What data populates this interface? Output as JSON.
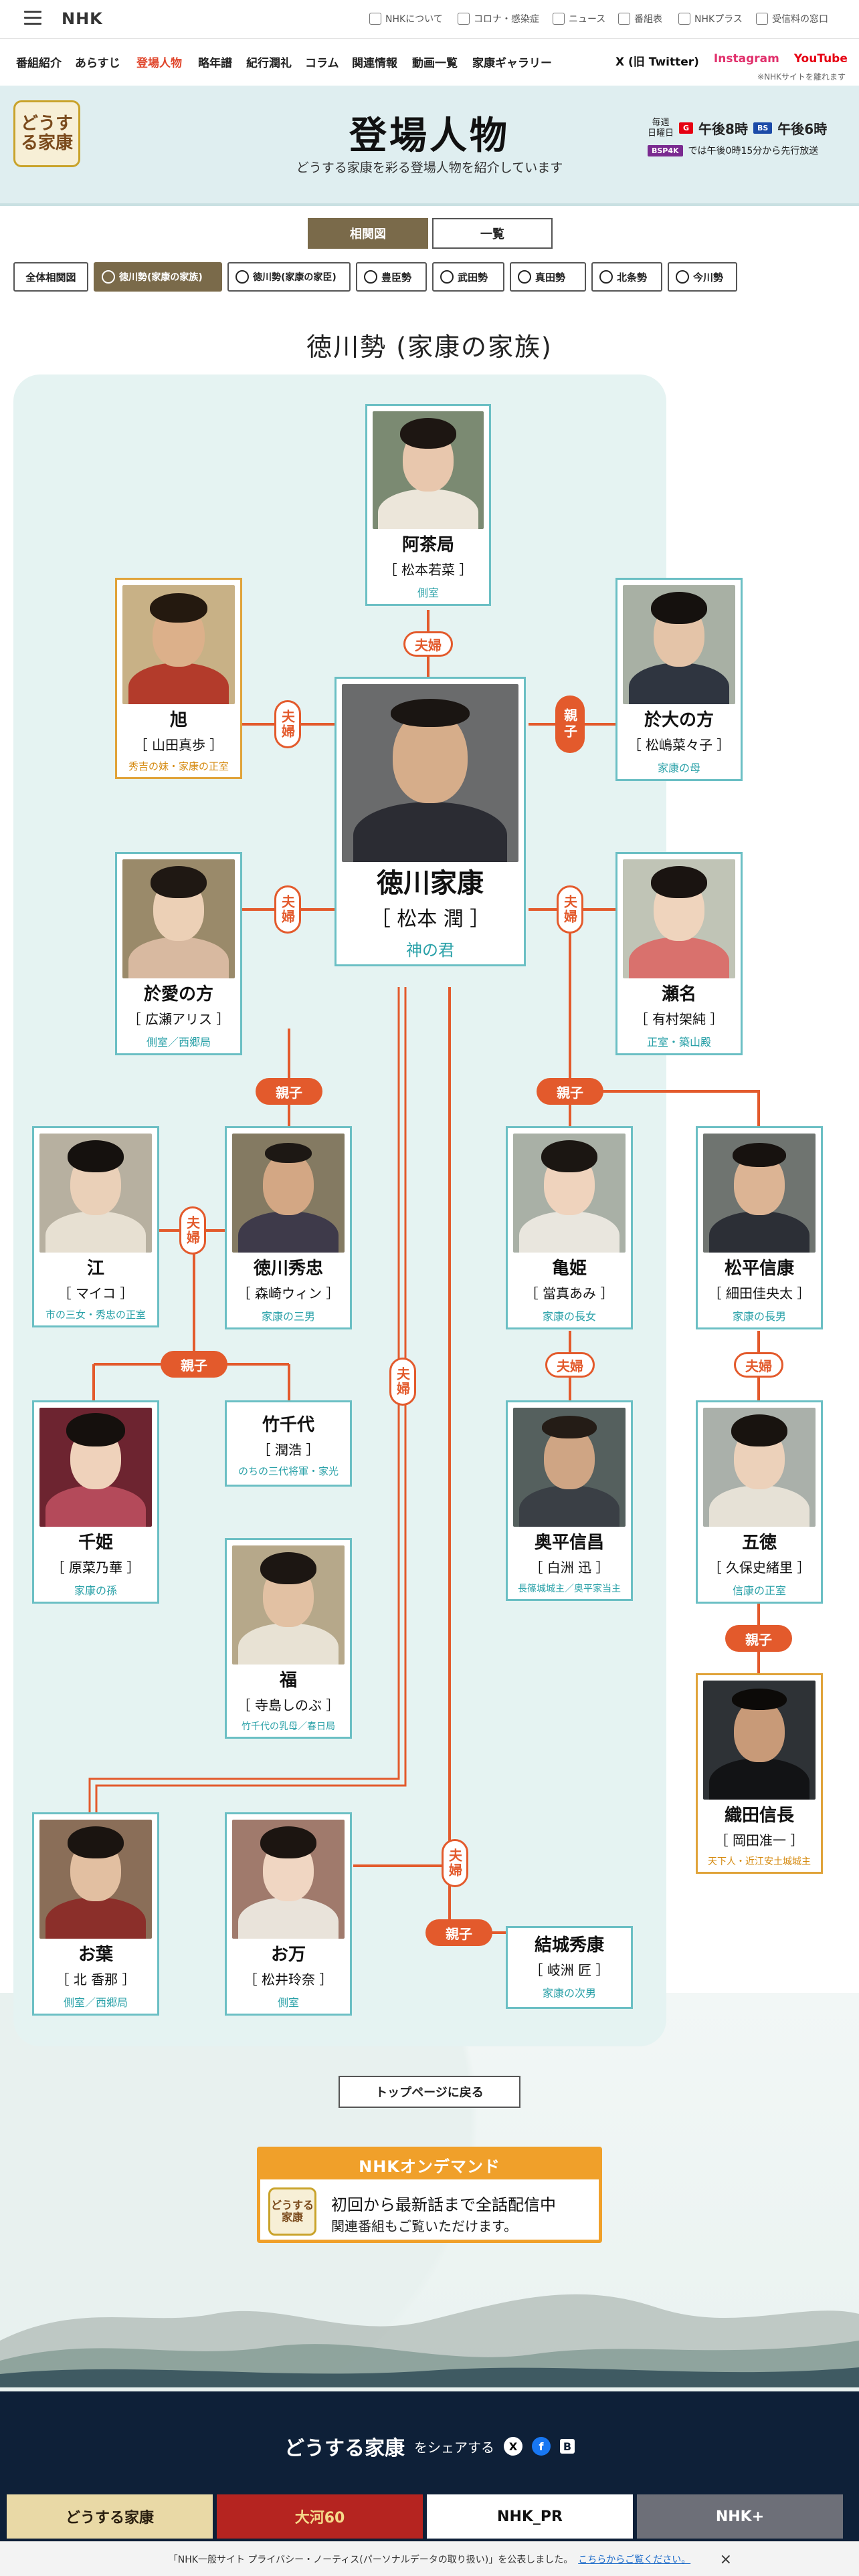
{
  "topbar": {
    "logo": "NHK",
    "links": [
      "NHKについて",
      "コロナ・感染症",
      "ニュース",
      "番組表",
      "NHKプラス",
      "受信料の窓口"
    ]
  },
  "nav": {
    "items": [
      "番組紹介",
      "あらすじ",
      "登場人物",
      "略年譜",
      "紀行潤礼",
      "コラム",
      "関連情報",
      "動画一覧",
      "家康ギャラリー"
    ],
    "active_index": 2,
    "social": [
      "X (旧 Twitter)",
      "Instagram",
      "YouTube"
    ],
    "note": "※NHKサイトを離れます"
  },
  "header": {
    "logo_text": "どうする家康",
    "title": "登場人物",
    "subtitle": "どうする家康を彩る登場人物を紹介しています",
    "broadcast_label1": "毎週",
    "broadcast_day": "日曜日",
    "g_time": "午後8時",
    "bs_time": "午後6時",
    "bsp_note": "では午後0時15分から先行放送",
    "ch_g": "G",
    "ch_bs": "BS",
    "ch_bsp": "BSP4K"
  },
  "view_tabs": [
    "相関図",
    "一覧"
  ],
  "group_tabs": [
    "全体相関図",
    "徳川勢(家康の家族)",
    "徳川勢(家康の家臣)",
    "豊臣勢",
    "武田勢",
    "真田勢",
    "北条勢",
    "今川勢"
  ],
  "section_title": "徳川勢 (家康の家族)",
  "characters": {
    "acha": {
      "name": "阿茶局",
      "actor": "［ 松本若菜 ］",
      "role": "側室"
    },
    "asahi": {
      "name": "旭",
      "actor": "［ 山田真歩 ］",
      "role": "秀吉の妹・家康の正室"
    },
    "odai": {
      "name": "於大の方",
      "actor": "［ 松嶋菜々子 ］",
      "role": "家康の母"
    },
    "ieyasu": {
      "name": "徳川家康",
      "actor": "［ 松本 潤 ］",
      "role": "神の君"
    },
    "oai": {
      "name": "於愛の方",
      "actor": "［ 広瀬アリス ］",
      "role": "側室／西郷局"
    },
    "sena": {
      "name": "瀬名",
      "actor": "［ 有村架純 ］",
      "role": "正室・築山殿"
    },
    "go": {
      "name": "江",
      "actor": "［ マイコ ］",
      "role": "市の三女・秀忠の正室"
    },
    "hidetada": {
      "name": "徳川秀忠",
      "actor": "［ 森崎ウィン ］",
      "role": "家康の三男"
    },
    "kame": {
      "name": "亀姫",
      "actor": "［ 當真あみ ］",
      "role": "家康の長女"
    },
    "nobuyasu": {
      "name": "松平信康",
      "actor": "［ 細田佳央太 ］",
      "role": "家康の長男"
    },
    "takechiyo": {
      "name": "竹千代",
      "actor": "［ 潤浩 ］",
      "role": "のちの三代将軍・家光"
    },
    "senhime": {
      "name": "千姫",
      "actor": "［ 原菜乃華 ］",
      "role": "家康の孫"
    },
    "okudaira": {
      "name": "奥平信昌",
      "actor": "［ 白洲 迅 ］",
      "role": "長篠城城主／奥平家当主"
    },
    "gotoku": {
      "name": "五徳",
      "actor": "［ 久保史緒里 ］",
      "role": "信康の正室"
    },
    "fuku": {
      "name": "福",
      "actor": "［ 寺島しのぶ ］",
      "role": "竹千代の乳母／春日局"
    },
    "nobunaga": {
      "name": "織田信長",
      "actor": "［ 岡田准一 ］",
      "role": "天下人・近江安土城城主"
    },
    "oha": {
      "name": "お葉",
      "actor": "［ 北 香那 ］",
      "role": "側室／西郷局"
    },
    "oman": {
      "name": "お万",
      "actor": "［ 松井玲奈 ］",
      "role": "側室"
    },
    "hideyasu": {
      "name": "結城秀康",
      "actor": "［ 岐洲 匠 ］",
      "role": "家康の次男"
    }
  },
  "relations": {
    "fufu": "夫婦",
    "oyako": "親子"
  },
  "back_button": "トップページに戻る",
  "ondemand": {
    "head": "NHKオンデマンド",
    "logo_text": "どうする家康",
    "line1": "初回から最新話まで全話配信中",
    "line2": "関連番組もご覧いただけます。"
  },
  "share": {
    "title": "どうする家康",
    "text": "をシェアする"
  },
  "banners": [
    "どうする家康",
    "大河60",
    "NHK_PR",
    "NHK+"
  ],
  "cookie": {
    "text": "「NHK一般サイト プライバシー・ノーティス(パーソナルデータの取り扱い)」を公表しました。",
    "link": "こちらからご覧ください。"
  },
  "colors": {
    "accent": "#e35a2c",
    "teal": "#6bbfc4",
    "gold": "#e0a33a",
    "panel": "#e5f3f2",
    "header": "#dfeef0",
    "navy": "#0e2038"
  }
}
